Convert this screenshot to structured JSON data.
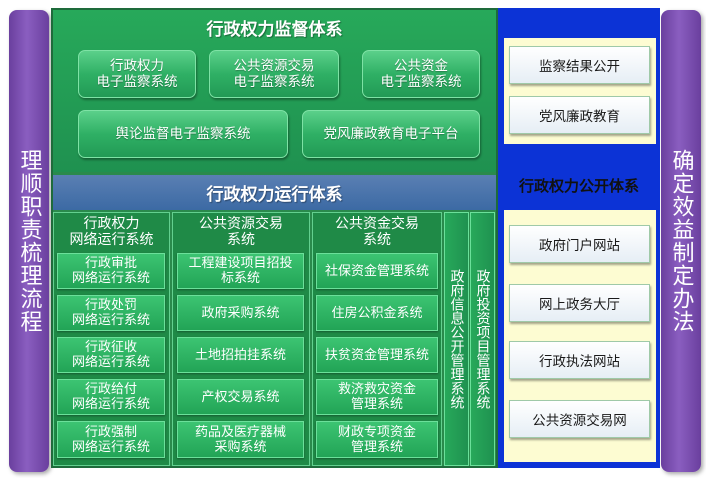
{
  "left_pillar": {
    "col1": "理顺职责",
    "col2": "梳理流程"
  },
  "right_pillar": {
    "col1": "确定效益",
    "col2": "制定办法"
  },
  "supervision": {
    "title": "行政权力监督体系",
    "row1": [
      {
        "line1": "行政权力",
        "line2": "电子监察系统"
      },
      {
        "line1": "公共资源交易",
        "line2": "电子监察系统"
      },
      {
        "line1": "公共资金",
        "line2": "电子监察系统"
      }
    ],
    "row2": [
      {
        "label": "舆论监督电子监察系统"
      },
      {
        "label": "党风廉政教育电子平台"
      }
    ]
  },
  "operation": {
    "title": "行政权力运行体系",
    "columns": [
      {
        "head1": "行政权力",
        "head2": "网络运行系统",
        "items": [
          {
            "line1": "行政审批",
            "line2": "网络运行系统"
          },
          {
            "line1": "行政处罚",
            "line2": "网络运行系统"
          },
          {
            "line1": "行政征收",
            "line2": "网络运行系统"
          },
          {
            "line1": "行政给付",
            "line2": "网络运行系统"
          },
          {
            "line1": "行政强制",
            "line2": "网络运行系统"
          }
        ]
      },
      {
        "head1": "公共资源交易",
        "head2": "系统",
        "items": [
          {
            "line1": "工程建设项目招投",
            "line2": "标系统"
          },
          {
            "line1": "政府采购系统",
            "line2": ""
          },
          {
            "line1": "土地招拍挂系统",
            "line2": ""
          },
          {
            "line1": "产权交易系统",
            "line2": ""
          },
          {
            "line1": "药品及医疗器械",
            "line2": "采购系统"
          }
        ]
      },
      {
        "head1": "公共资金交易",
        "head2": "系统",
        "items": [
          {
            "line1": "社保资金管理系统",
            "line2": ""
          },
          {
            "line1": "住房公积金系统",
            "line2": ""
          },
          {
            "line1": "扶贫资金管理系统",
            "line2": ""
          },
          {
            "line1": "救济救灾资金",
            "line2": "管理系统"
          },
          {
            "line1": "财政专项资金",
            "line2": "管理系统"
          }
        ]
      }
    ],
    "vertical": [
      {
        "label": "政府信息公开管理系统"
      },
      {
        "label": "政府投资项目管理系统"
      }
    ]
  },
  "publicity": {
    "top_items": [
      {
        "label": "监察结果公开"
      },
      {
        "label": "党风廉政教育"
      }
    ],
    "title": "行政权力公开体系",
    "bottom_items": [
      {
        "label": "政府门户网站"
      },
      {
        "label": "网上政务大厅"
      },
      {
        "label": "行政执法网站"
      },
      {
        "label": "公共资源交易网"
      }
    ]
  }
}
